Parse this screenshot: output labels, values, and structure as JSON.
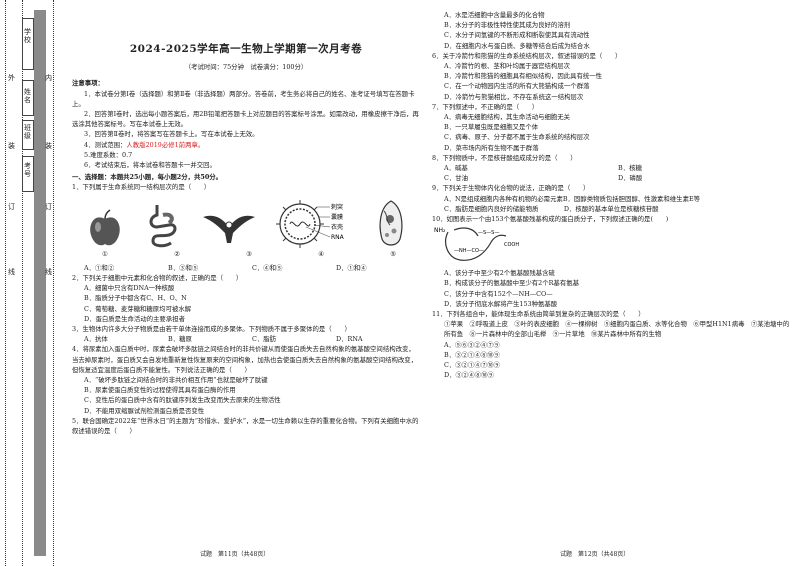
{
  "binding": {
    "outer_label": "外",
    "inner_label": "内",
    "school": "学校",
    "name": "姓名",
    "class": "班级",
    "exam_no": "考号",
    "zhuang": "装",
    "ding": "订",
    "xian": "线"
  },
  "left": {
    "title": "2024-2025学年高一生物上学期第一次月考卷",
    "subtitle": "（考试时间：75分钟　试卷满分：100分）",
    "notes_title": "注意事项：",
    "notes": [
      "1．本试卷分第Ⅰ卷（选择题）和第Ⅱ卷（非选择题）两部分。答卷前，考生务必将自己的姓名、准考证号填写在答题卡上。",
      "2．回答第Ⅰ卷时，选出每小题答案后，用2B铅笔把答题卡上对应题目的答案标号涂黑。如需改动，用橡皮擦干净后，再选涂其他答案标号。写在本试卷上无效。",
      "3．回答第Ⅱ卷时，将答案写在答题卡上。写在本试卷上无效。"
    ],
    "note4_prefix": "4．测试范围：",
    "note4_red": "人教版2019必修1前两章。",
    "note5": "5.难度系数：0.7",
    "note6": "6．考试结束后，将本试卷和答题卡一并交回。",
    "section1": "一、选择题：本题共25小题，每小题2分，共50分。",
    "q1": "1．下列属于生命系统同一结构层次的是（　　）",
    "q1_pic_nums": [
      "①",
      "②",
      "③",
      "④",
      "⑤"
    ],
    "q1_virus_labels": [
      "刺突",
      "囊膜",
      "衣壳",
      "RNA"
    ],
    "q1_opts": [
      "A．①和②",
      "B．③和⑤",
      "C．④和⑤",
      "D．①和④"
    ],
    "q2": "2．下列关于细胞中元素和化合物的叙述，正确的是（　　）",
    "q2_opts": [
      "A．细菌中只含有DNA一种核酸",
      "B．脂质分子中都含有C、H、O、N",
      "C．葡萄糖、麦芽糖和糖原均可被水解",
      "D．蛋白质是生命活动的主要承担者"
    ],
    "q3": "3．生物体内许多大分子物质是由若干单体连接而成的多聚体。下列物质不属于多聚体的是（　　）",
    "q3_opts": [
      "A．抗体",
      "B．糖原",
      "C．脂肪",
      "D．RNA"
    ],
    "q4": "4．将尿素加入蛋白质中时，尿素会破坏多肽链之间结合时的非共价键从而使蛋白质失去自然构象的氨基酸空间结构改变，当去掉尿素时，蛋白质又会自发地重新复性恢复原来的空间构象，加热也会使蛋白质失去自然构象的氨基酸空间结构改变，但恢复适宜温度后蛋白质不能复性。下列说法正确的是（　　）",
    "q4_opts": [
      "A．“破坏多肽链之间结合时的非共价相互作用”也就是破坏了肽键",
      "B．尿素使蛋白质变性的过程使得其具有蛋白酶的作用",
      "C．变性后的蛋白质中含有的肽键序列发生改变而失去原来的生物活性",
      "D．不能用双缩脲试剂检测蛋白质是否变性"
    ],
    "q5": "5．联合国确定2022年“世界水日”的主题为“珍惜水、爱护水”，水是一切生命赖以生存的重要化合物。下列有关细胞中水的叙述错误的是（　　）",
    "footer": "试题　第11页（共48页）"
  },
  "right": {
    "q5_opts": [
      "A．水是活细胞中含量最多的化合物",
      "B．水分子的非极性特性使其成为良好的溶剂",
      "C．水分子间氢键的不断形成和断裂使其具有流动性",
      "D．在细胞内水与蛋白质、多糖等结合后成为结合水"
    ],
    "q6": "6．关于冷箭竹和熊猫的生命系统结构层次，叙述错误的是（　　）",
    "q6_opts": [
      "A．冷箭竹的根、茎和叶均属于器官结构层次",
      "B．冷箭竹和熊猫的细胞具有相似结构，因此具有统一性",
      "C．在一个动物园内生活的所有大熊猫构成一个群落",
      "D．冷箭竹与熊猫相比，不存在系统这一结构层次"
    ],
    "q7": "7．下列叙述中，不正确的是（　　）",
    "q7_opts": [
      "A．病毒无细胞结构，其生命活动与细胞无关",
      "B．一只草履虫既是细胞又是个体",
      "C．病毒、原子、分子都不属于生命系统的结构层次",
      "D．菜市场内所有生物不属于群落"
    ],
    "q8": "8．下列物质中，不是核苷酸组成成分的是（　　）",
    "q8_opts": [
      "A．碱基",
      "B．核糖",
      "C．甘油",
      "D．磷酸"
    ],
    "q9": "9．下列关于生物体内化合物的说法，正确的是（　　）",
    "q9_opts": [
      "A．N是组成细胞内各种有机物的必需元素B．固醇类物质包括胆固醇、性激素和维生素E等",
      "C．脂肪是细胞内良好的储能物质　　　　D．核酸的基本单位是核糖核苷酸"
    ],
    "q10": "10．如图表示一个由153个氨基酸残基构成的蛋白质分子，下列叙述正确的是(　　)",
    "q10_labels": [
      "NH₂",
      "—S—S—",
      "—NH—CO—",
      "COOH"
    ],
    "q10_opts": [
      "A．该分子中至少有2个氨基酸残基含硫",
      "B．构成该分子的氨基酸中至少有2个R基有氨基",
      "C．该分子中含有152个—NH—CO—",
      "D．该分子彻底水解将产生153种氨基酸"
    ],
    "q11": "11．下列各组合中，能体现生命系统由简单到复杂的正确层次的是（　　）",
    "q11_items": "①苹果　②呼吸道上皮　③叶的表皮细胞　④一棵柳树　⑤细胞内蛋白质、水等化合物　⑥甲型H1N1病毒　⑦某池塘中的所有鱼　⑧一片森林中的全部山毛榉　⑨一片草地　⑩某片森林中所有的生物",
    "q11_opts": [
      "A．⑤⑥③②④⑦⑨",
      "B．③②①④⑧⑩⑨",
      "C．③②①④⑦⑩⑨",
      "D．③②④⑧⑩⑨"
    ],
    "footer": "试题　第12页（共48页）"
  }
}
